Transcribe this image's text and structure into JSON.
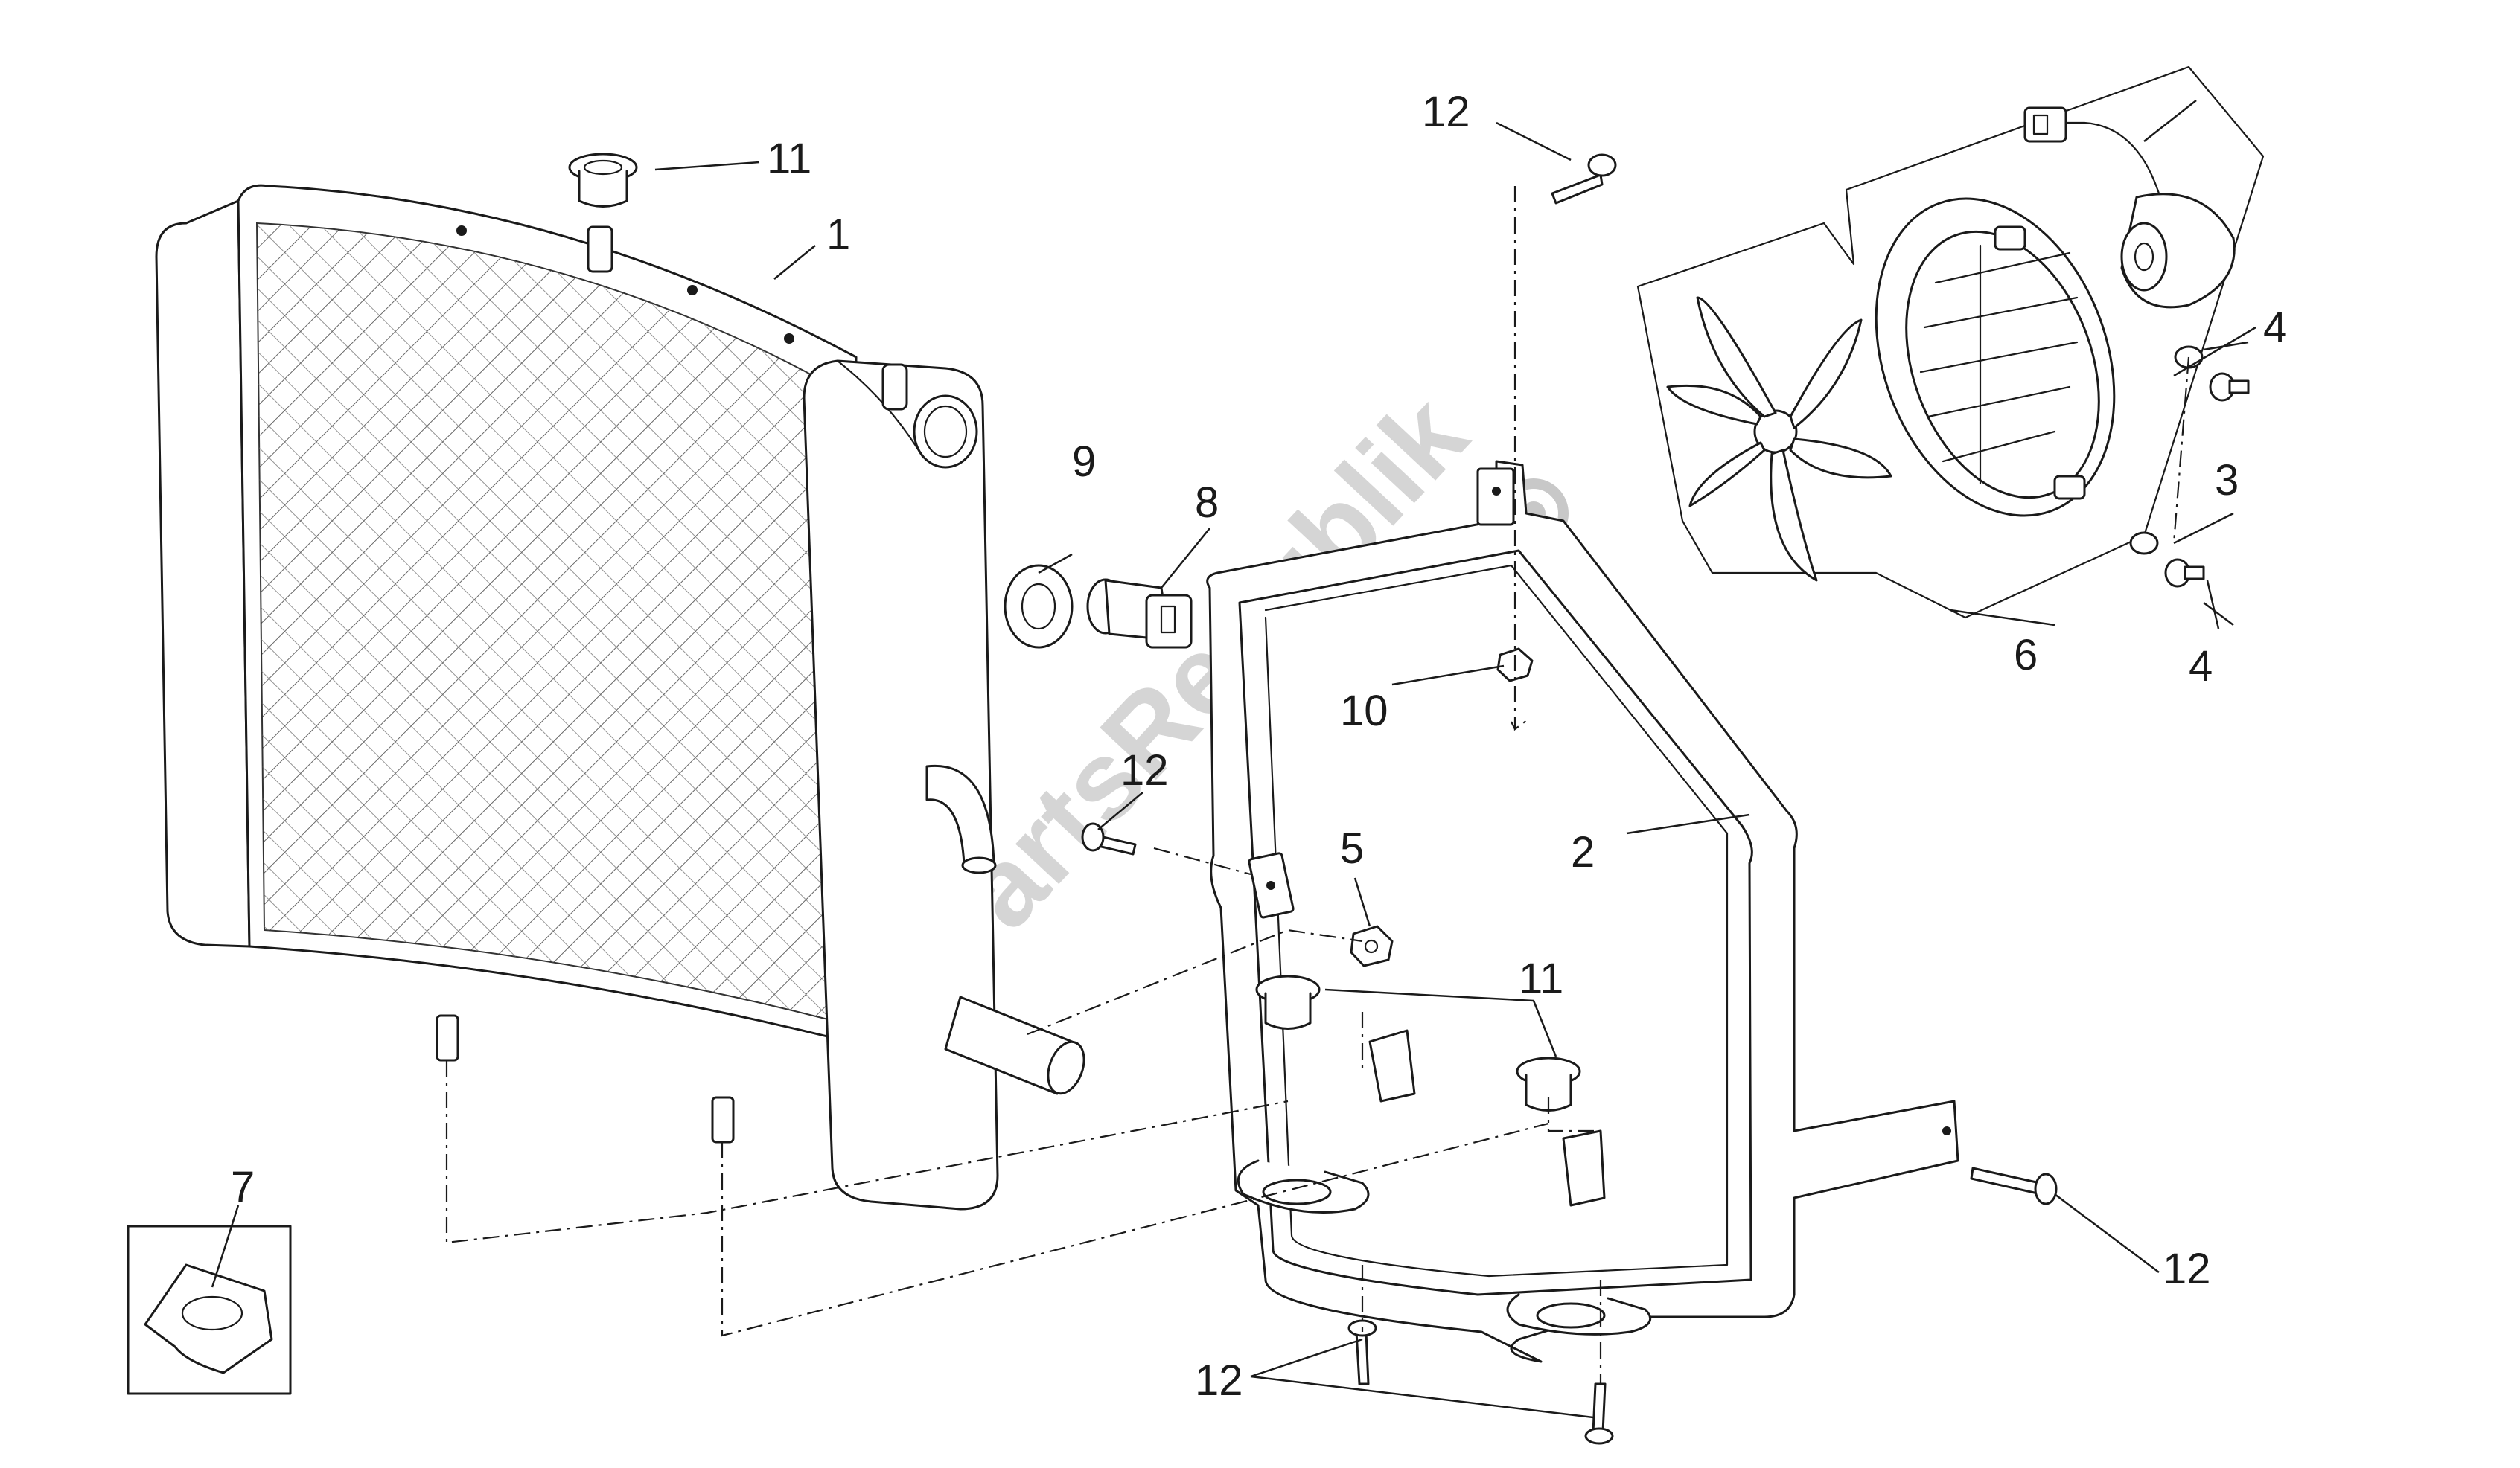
{
  "callouts": {
    "c1": "1",
    "c2": "2",
    "c3": "3",
    "c4a": "4",
    "c4b": "4",
    "c5": "5",
    "c6": "6",
    "c7": "7",
    "c8": "8",
    "c9": "9",
    "c10": "10",
    "c11a": "11",
    "c11b": "11",
    "c12a": "12",
    "c12b": "12",
    "c12c": "12",
    "c12d": "12"
  },
  "watermark": "PartsRepublik",
  "colors": {
    "line": "#1a1a1a",
    "background": "#ffffff",
    "watermark": "#c8c8c8"
  }
}
